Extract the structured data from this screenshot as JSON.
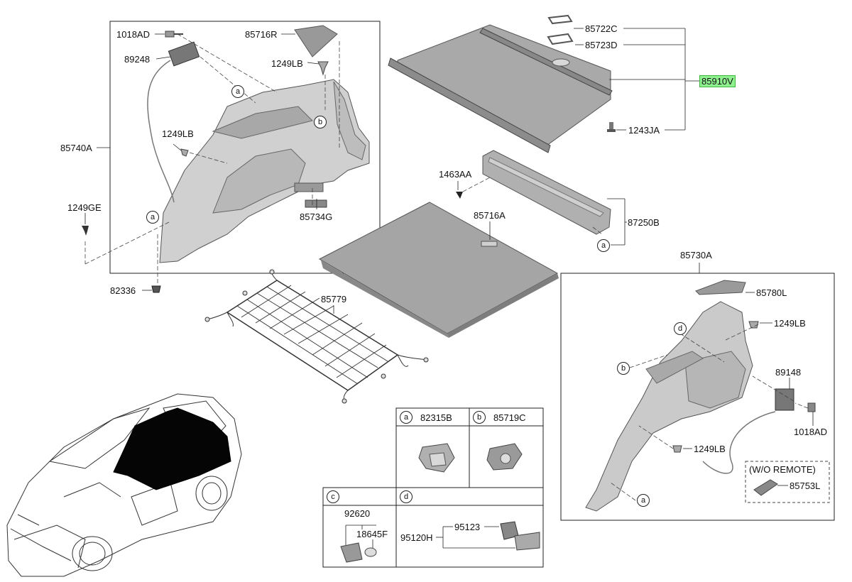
{
  "accent": "#8ff08f",
  "labels": {
    "p1018AD_l": "1018AD",
    "p89248": "89248",
    "p85716R": "85716R",
    "p1249LB_top": "1249LB",
    "p85740A": "85740A",
    "p1249LB_left": "1249LB",
    "p1249GE": "1249GE",
    "p85734G": "85734G",
    "p82336": "82336",
    "p85722C": "85722C",
    "p85723D": "85723D",
    "p85910V": "85910V",
    "p1243JA": "1243JA",
    "p1463AA": "1463AA",
    "p85716A": "85716A",
    "p87250B": "87250B",
    "p85779": "85779",
    "p85730A": "85730A",
    "p85780L": "85780L",
    "p1249LB_r1": "1249LB",
    "p89148": "89148",
    "p1018AD_r": "1018AD",
    "p1249LB_r2": "1249LB",
    "wo_remote": "(W/O REMOTE)",
    "p85753L": "85753L"
  },
  "callouts": {
    "a1": "a",
    "a2": "a",
    "a3": "a",
    "a4": "a",
    "b1": "b",
    "b2": "b",
    "d1": "d"
  },
  "table": {
    "a_letter": "a",
    "a_part": "82315B",
    "b_letter": "b",
    "b_part": "85719C",
    "c_letter": "c",
    "c_top": "92620",
    "c_sub": "18645F",
    "d_letter": "d",
    "d_main": "95120H",
    "d_sub": "95123"
  }
}
